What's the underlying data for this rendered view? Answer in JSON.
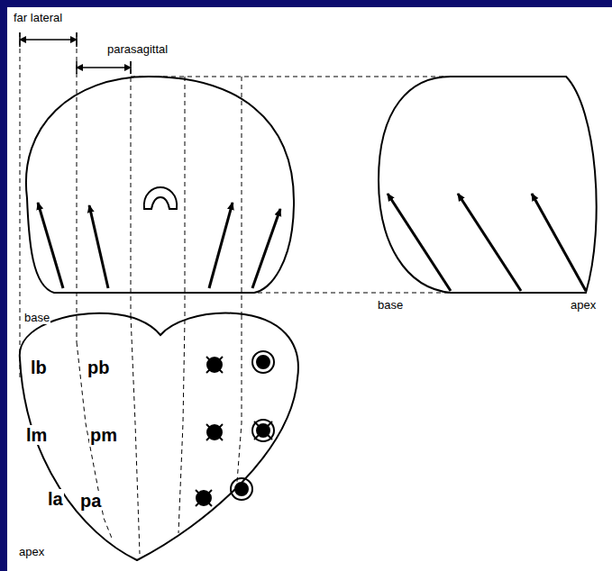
{
  "diagram": {
    "labels": [
      "far lateral",
      "parasagittal",
      "base",
      "lb",
      "pb",
      "lm",
      "pm",
      "la",
      "pa",
      "apex",
      "base",
      "apex"
    ]
  }
}
